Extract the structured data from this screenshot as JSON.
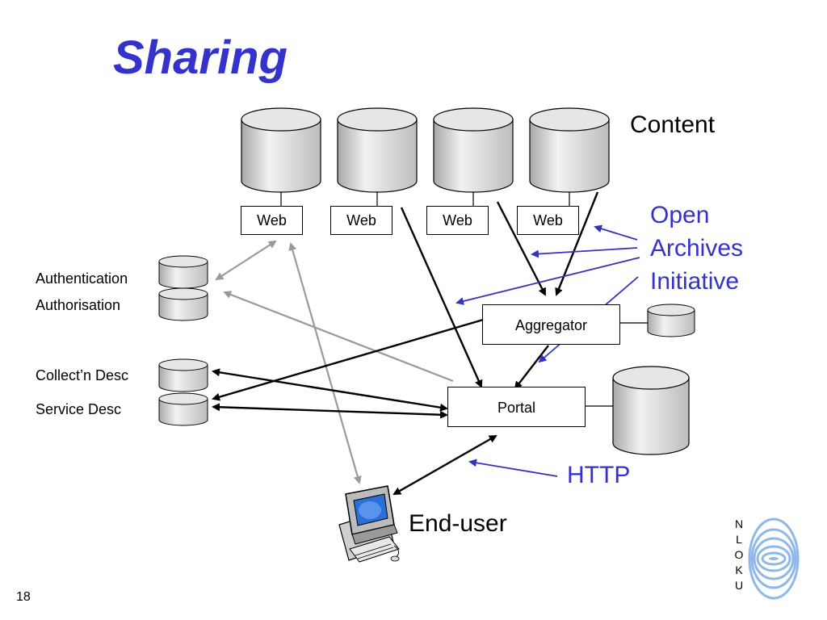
{
  "slide": {
    "title": "Sharing",
    "page_number": "18"
  },
  "diagram": {
    "content_label": "Content",
    "web_boxes": [
      "Web",
      "Web",
      "Web",
      "Web"
    ],
    "left_services": {
      "authentication": "Authentication",
      "authorisation": "Authorisation",
      "collection_desc": "Collect’n Desc",
      "service_desc": "Service Desc"
    },
    "aggregator_label": "Aggregator",
    "portal_label": "Portal",
    "end_user_label": "End-user",
    "oai_label": [
      "Open",
      "Archives",
      "Initiative"
    ],
    "http_label": "HTTP"
  },
  "logo": {
    "text": "UKOLN",
    "letters": [
      "N",
      "L",
      "O",
      "K",
      "U"
    ]
  },
  "colors": {
    "title_blue": "#3333cc",
    "annotation_blue": "#3333bb",
    "grey_arrow": "#999999",
    "cylinder_fill": "#d9d9d9"
  }
}
